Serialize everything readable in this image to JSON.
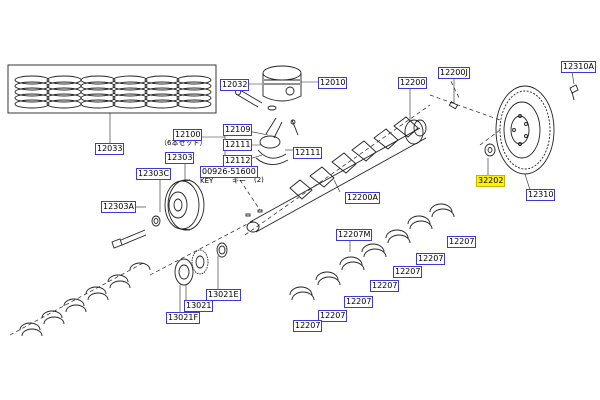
{
  "colors": {
    "label_border": "#3a3adb",
    "highlight": "#fff200",
    "line": "#222222"
  },
  "parts": {
    "p12033": "12033",
    "p12032": "12032",
    "p12010": "12010",
    "p12200": "12200",
    "p12200J": "12200J",
    "p12310A": "12310A",
    "p12100": "12100",
    "p12109": "12109",
    "p12111a": "12111",
    "p12111b": "12111",
    "p12112": "12112",
    "p12303": "12303",
    "p00926": "00926-51600",
    "p12303C": "12303C",
    "p12303A": "12303A",
    "p12200A": "12200A",
    "p32202": "32202",
    "p12310": "12310",
    "p12207M": "12207M",
    "p12207_1": "12207",
    "p12207_2": "12207",
    "p12207_3": "12207",
    "p12207_4": "12207",
    "p12207_5": "12207",
    "p12207_6": "12207",
    "p12207_7": "12207",
    "p13021E": "13021E",
    "p13021": "13021",
    "p13021F": "13021F"
  },
  "notes": {
    "set_note": "（6本セット）",
    "key_en": "KEY",
    "key_jp": "キー",
    "qty": "(2)"
  }
}
